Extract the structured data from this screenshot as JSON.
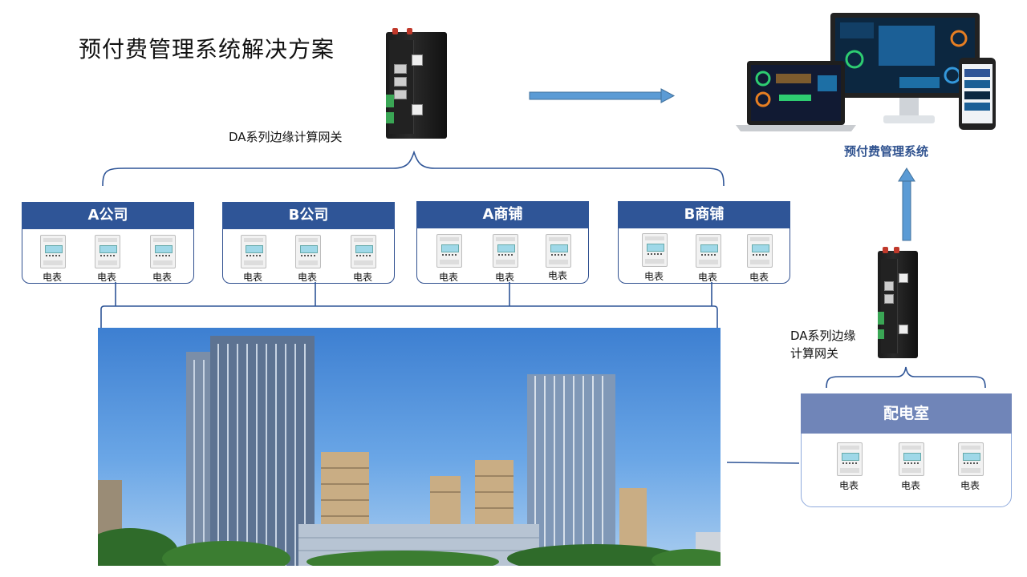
{
  "title": "预付费管理系统解决方案",
  "gateway_top_label": "DA系列边缘计算网关",
  "gateway_right_label": [
    "DA系列边缘",
    "计算网关"
  ],
  "system_label": "预付费管理系统",
  "groups": [
    {
      "name": "A公司",
      "meters": [
        "电表",
        "电表",
        "电表"
      ]
    },
    {
      "name": "B公司",
      "meters": [
        "电表",
        "电表",
        "电表"
      ]
    },
    {
      "name": "A商铺",
      "meters": [
        "电表",
        "电表",
        "电表"
      ]
    },
    {
      "name": "B商铺",
      "meters": [
        "电表",
        "电表",
        "电表"
      ]
    }
  ],
  "distribution_room": {
    "name": "配电室",
    "meters": [
      "电表",
      "电表",
      "电表"
    ]
  },
  "colors": {
    "header_blue": "#2f5597",
    "room_header": "#7085b8",
    "arrow_blue": "#5b9bd5",
    "line_blue": "#2f5597"
  }
}
